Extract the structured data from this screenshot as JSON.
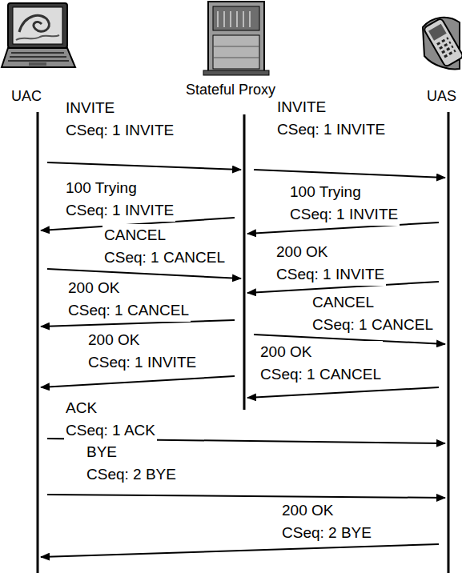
{
  "diagram": {
    "nodes": [
      {
        "text": [
          "UAC"
        ]
      },
      {
        "text": [
          "Stateful Proxy"
        ]
      },
      {
        "text": [
          "UAS"
        ]
      }
    ],
    "edges": [
      {
        "from": 0,
        "to": 1,
        "arrow": "to",
        "label": "INVITE CSeq: 1 INVITE"
      },
      {
        "from": 1,
        "to": 2,
        "arrow": "to",
        "label": "INVITE CSeq: 1 INVITE"
      },
      {
        "from": 1,
        "to": 0,
        "arrow": "to",
        "label": "100 Trying CSeq: 1 INVITE"
      },
      {
        "from": 2,
        "to": 1,
        "arrow": "to",
        "label": "100 Trying CSeq: 1 INVITE"
      },
      {
        "from": 0,
        "to": 1,
        "arrow": "to",
        "label": "CANCEL CSeq: 1 CANCEL"
      },
      {
        "from": 2,
        "to": 1,
        "arrow": "to",
        "label": "200 OK CSeq: 1 INVITE"
      },
      {
        "from": 1,
        "to": 0,
        "arrow": "to",
        "label": "200 OK CSeq: 1 CANCEL"
      },
      {
        "from": 1,
        "to": 2,
        "arrow": "to",
        "label": "CANCEL CSeq: 1 CANCEL"
      },
      {
        "from": 1,
        "to": 0,
        "arrow": "to",
        "label": "200 OK CSeq: 1 INVITE"
      },
      {
        "from": 2,
        "to": 1,
        "arrow": "to",
        "label": "200 OK CSeq: 1 CANCEL"
      },
      {
        "from": 0,
        "to": 2,
        "arrow": "to",
        "label": "ACK CSeq: 1 ACK"
      },
      {
        "from": 0,
        "to": 2,
        "arrow": "to",
        "label": "BYE CSeq: 2 BYE"
      },
      {
        "from": 2,
        "to": 0,
        "arrow": "to",
        "label": "200 OK CSeq: 2 BYE"
      }
    ]
  }
}
